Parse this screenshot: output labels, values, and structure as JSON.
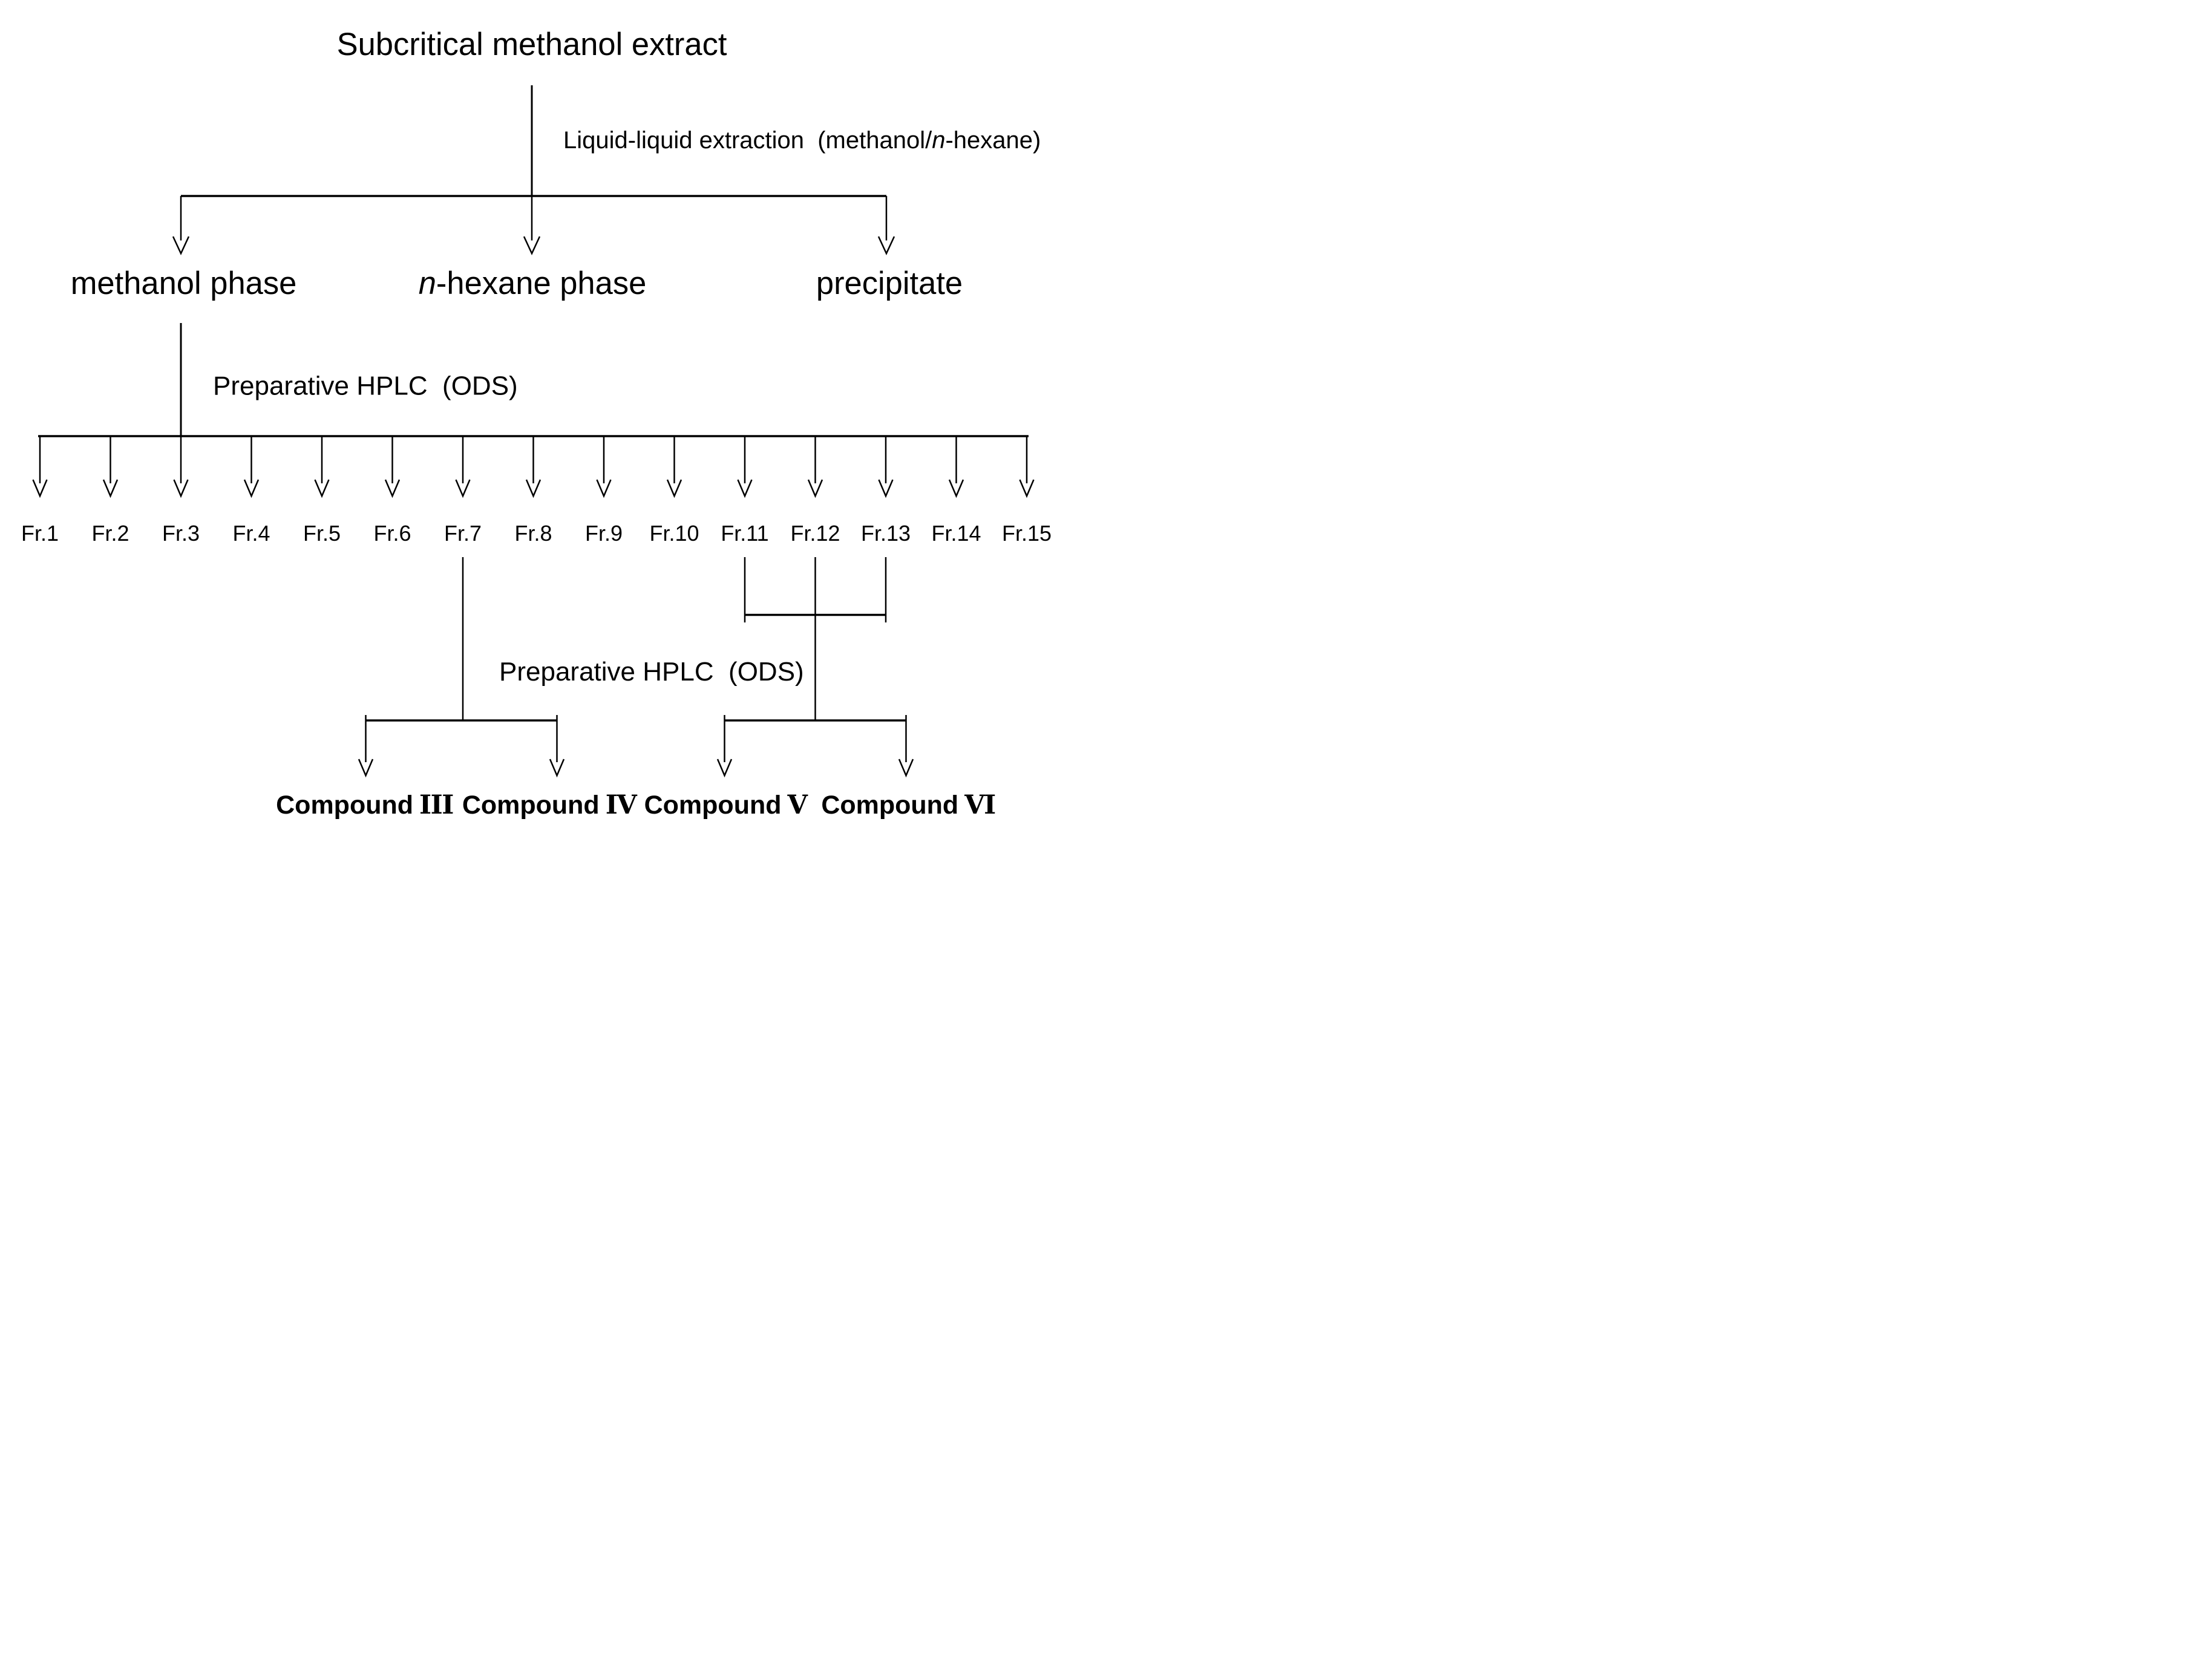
{
  "figure": {
    "title": "Subcritical methanol extract",
    "extraction_step": {
      "prefix": "Liquid-liquid extraction  (methanol/",
      "italic": "n",
      "suffix": "-hexane)"
    },
    "phases": {
      "methanol": "methanol phase",
      "hexane_italic": "n",
      "hexane_rest": "-hexane phase",
      "precipitate": "precipitate"
    },
    "hplc_step_1": "Preparative HPLC  (ODS)",
    "hplc_step_2": "Preparative HPLC  (ODS)",
    "fractions": [
      "Fr.1",
      "Fr.2",
      "Fr.3",
      "Fr.4",
      "Fr.5",
      "Fr.6",
      "Fr.7",
      "Fr.8",
      "Fr.9",
      "Fr.10",
      "Fr.11",
      "Fr.12",
      "Fr.13",
      "Fr.14",
      "Fr.15"
    ],
    "compounds": [
      {
        "name": "Compound",
        "numeral": "III"
      },
      {
        "name": "Compound",
        "numeral": "IV"
      },
      {
        "name": "Compound",
        "numeral": "V"
      },
      {
        "name": "Compound",
        "numeral": "VI"
      }
    ],
    "colors": {
      "line": "#000000",
      "background": "#ffffff"
    }
  }
}
